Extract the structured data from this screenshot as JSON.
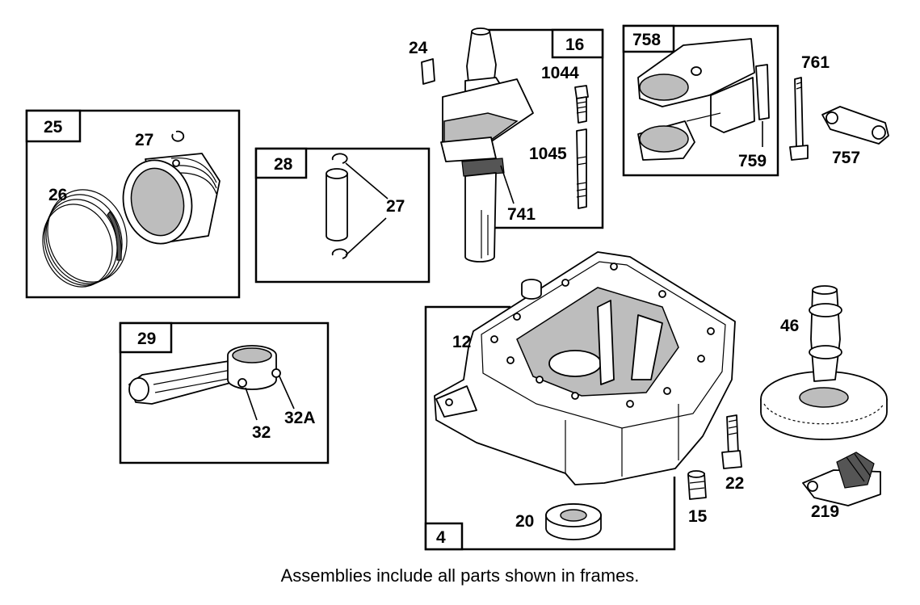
{
  "frames": {
    "f25": "25",
    "f28": "28",
    "f16": "16",
    "f758": "758",
    "f29": "29",
    "f4": "4"
  },
  "labels": {
    "l24": "24",
    "l27a": "27",
    "l26": "26",
    "l27b": "27",
    "l1044": "1044",
    "l1045": "1045",
    "l741": "741",
    "l761": "761",
    "l759": "759",
    "l757": "757",
    "l32": "32",
    "l32a": "32A",
    "l12": "12",
    "l46": "46",
    "l22": "22",
    "l15": "15",
    "l20": "20",
    "l219": "219"
  },
  "caption": "Assemblies include all parts shown in frames."
}
